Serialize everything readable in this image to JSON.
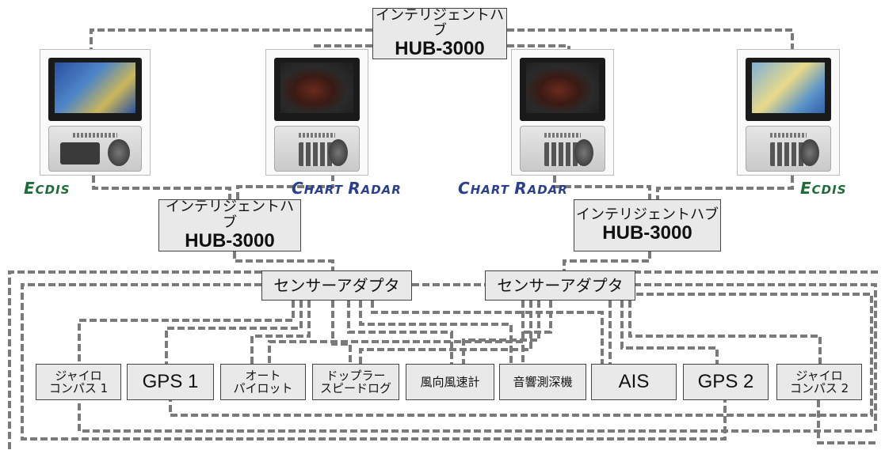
{
  "hubs": {
    "top": {
      "line1": "インテリジェントハブ",
      "line2": "HUB-3000"
    },
    "left": {
      "line1": "インテリジェントハブ",
      "line2": "HUB-3000"
    },
    "right": {
      "line1": "インテリジェントハブ",
      "line2": "HUB-3000"
    }
  },
  "adapters": {
    "left": "センサーアダプタ",
    "right": "センサーアダプタ"
  },
  "consoles": {
    "ecdis_left": {
      "cap": "E",
      "rest": "CDIS"
    },
    "radar_left": {
      "cap1": "C",
      "rest1": "HART ",
      "cap2": "R",
      "rest2": "ADAR"
    },
    "radar_right": {
      "cap1": "C",
      "rest1": "HART ",
      "cap2": "R",
      "rest2": "ADAR"
    },
    "ecdis_right": {
      "cap": "E",
      "rest": "CDIS"
    }
  },
  "sensors": [
    {
      "line1": "ジャイロ",
      "line2": "コンパス 1"
    },
    {
      "line1": "GPS 1",
      "line2": ""
    },
    {
      "line1": "オート",
      "line2": "パイロット"
    },
    {
      "line1": "ドップラー",
      "line2": "スピードログ"
    },
    {
      "line1": "風向風速計",
      "line2": ""
    },
    {
      "line1": "音響測深機",
      "line2": ""
    },
    {
      "line1": "AIS",
      "line2": ""
    },
    {
      "line1": "GPS 2",
      "line2": ""
    },
    {
      "line1": "ジャイロ",
      "line2": "コンパス 2"
    }
  ],
  "colors": {
    "wire": "#7a7a7a",
    "box_fill": "#e9e9e9",
    "ecdis_label": "#1f6b3a",
    "radar_label": "#2b3f8f"
  }
}
